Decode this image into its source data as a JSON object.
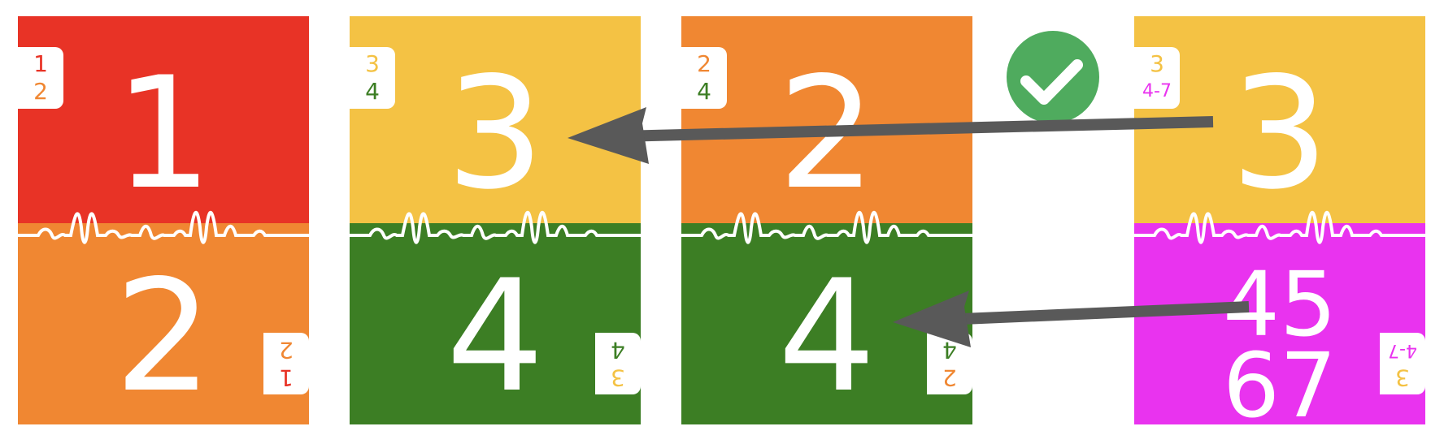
{
  "cards": [
    {
      "top_color": "#e83326",
      "bottom_color": "#f08732",
      "top_number": "1",
      "bottom_number": "2",
      "tl_a": "1",
      "tl_b": "2",
      "tl_a_color": "#e83326",
      "tl_b_color": "#f08732",
      "br_a": "1",
      "br_b": "2",
      "br_a_color": "#e83326",
      "br_b_color": "#f08732"
    },
    {
      "top_color": "#f4c244",
      "bottom_color": "#3c7e24",
      "top_number": "3",
      "bottom_number": "4",
      "tl_a": "3",
      "tl_b": "4",
      "tl_a_color": "#f4c244",
      "tl_b_color": "#3c7e24",
      "br_a": "3",
      "br_b": "4",
      "br_a_color": "#f4c244",
      "br_b_color": "#3c7e24"
    },
    {
      "top_color": "#f08732",
      "bottom_color": "#3c7e24",
      "top_number": "2",
      "bottom_number": "4",
      "tl_a": "2",
      "tl_b": "4",
      "tl_a_color": "#f08732",
      "tl_b_color": "#3c7e24",
      "br_a": "2",
      "br_b": "4",
      "br_a_color": "#f08732",
      "br_b_color": "#3c7e24"
    },
    {
      "top_color": "#f4c244",
      "bottom_color": "#e933ef",
      "top_number": "3",
      "bottom_line1": "45",
      "bottom_line2": "67",
      "tl_a": "3",
      "tl_b": "4-7",
      "tl_a_color": "#f4c244",
      "tl_b_color": "#e933ef",
      "br_a": "3",
      "br_b": "4-7",
      "br_a_color": "#f4c244",
      "br_b_color": "#e933ef"
    }
  ],
  "check_color": "#4fab5e",
  "arrow_color": "#595959"
}
